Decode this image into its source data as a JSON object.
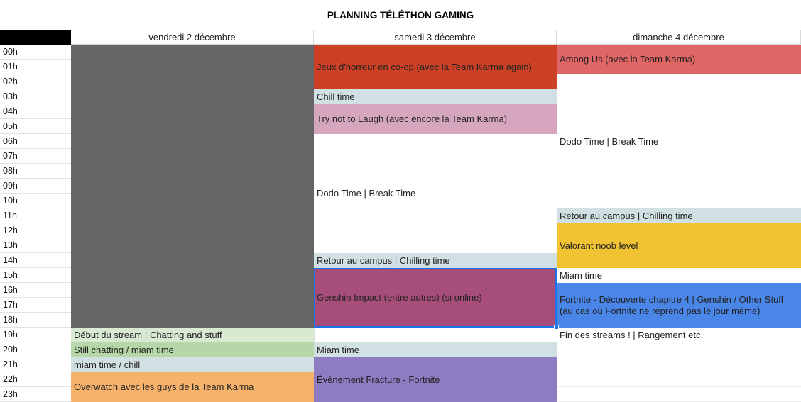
{
  "title": "PLANNING TÉLÉTHON GAMING",
  "days": [
    "vendredi 2 décembre",
    "samedi 3 décembre",
    "dimanche 4 décembre"
  ],
  "hours": [
    "00h",
    "01h",
    "02h",
    "03h",
    "04h",
    "05h",
    "06h",
    "07h",
    "08h",
    "09h",
    "10h",
    "11h",
    "12h",
    "13h",
    "14h",
    "15h",
    "16h",
    "17h",
    "18h",
    "19h",
    "20h",
    "21h",
    "22h",
    "23h"
  ],
  "colors": {
    "grey": "#666666",
    "red": "#cc4125",
    "salmon": "#e06666",
    "paleblue": "#d0e0e3",
    "pink": "#d5a6bd",
    "yellow": "#f1c232",
    "plum": "#a64d79",
    "blue": "#4a86e8",
    "palegreen": "#d9ead3",
    "green": "#b6d7a8",
    "orange": "#f6b26b",
    "purple": "#8e7cc3",
    "white": "#ffffff"
  },
  "events": {
    "fri_blocked": "",
    "fri_debut": "Début du stream ! Chatting and stuff",
    "fri_still": "Still chatting / miam time",
    "fri_miam": "miam time / chill",
    "fri_overwatch": "Overwatch avec les guys de la Team Karma",
    "sat_horreur": "Jeux d'horreur en co-op (avec la Team Karma again)",
    "sat_chill": "Chill time",
    "sat_laugh": "Try not to Laugh (avec encore la Team Karma)",
    "sat_dodo": "Dodo Time | Break Time",
    "sat_retour": "Retour au campus | Chilling time",
    "sat_genshin": "Genshin Impact (entre autres) (si online)",
    "sat_miam": "Miam time",
    "sat_fracture": "Évènement Fracture - Fortnite",
    "sun_among": "Among Us (avec la Team Karma)",
    "sun_dodo": "Dodo Time | Break Time",
    "sun_retour": "Retour au campus | Chilling time",
    "sun_valorant": "Valorant noob level",
    "sun_miam": "Miam time",
    "sun_fortnite": "Fortnite - Découverte chapitre 4 | Genshin / Other Stuff (au cas où Fortnite ne reprend pas le jour même)",
    "sun_fin": "Fin des streams ! | Rangement etc."
  }
}
